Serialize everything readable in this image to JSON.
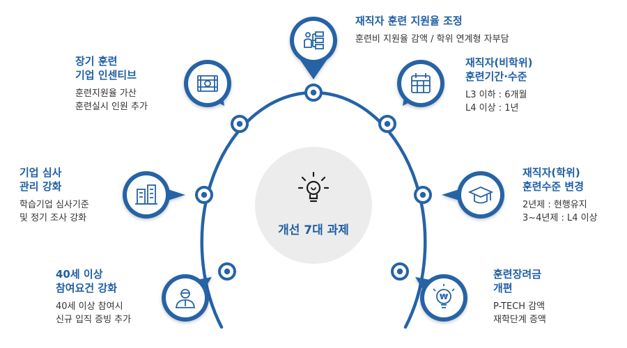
{
  "center": {
    "title": "개선 7대 과제"
  },
  "nodes": [
    {
      "title_lines": [
        "재직자 훈련 지원율 조정"
      ],
      "desc_lines": [
        "훈련비 지원율 감액 / 학위 연계형 자부담"
      ],
      "icon": "org-chart-icon"
    },
    {
      "title_lines": [
        "장기 훈련",
        "기업 인센티브"
      ],
      "desc_lines": [
        "훈련지원율 가산",
        "훈련실시 인원 추가"
      ],
      "icon": "money-bill-icon"
    },
    {
      "title_lines": [
        "재직자(비학위)",
        "훈련기간·수준"
      ],
      "desc_lines": [
        "L3 이하 : 6개월",
        "L4 이상 : 1년"
      ],
      "icon": "calendar-icon"
    },
    {
      "title_lines": [
        "기업 심사",
        "관리 강화"
      ],
      "desc_lines": [
        "학습기업 심사기준",
        "및 정기 조사 강화"
      ],
      "icon": "buildings-icon"
    },
    {
      "title_lines": [
        "재직자(학위)",
        "훈련수준 변경"
      ],
      "desc_lines": [
        "2년제 : 현행유지",
        "3~4년제 : L4 이상"
      ],
      "icon": "graduation-cap-icon"
    },
    {
      "title_lines": [
        "40세 이상",
        "참여요건 강화"
      ],
      "desc_lines": [
        "40세 이상 참여시",
        "신규 입직 증빙 추가"
      ],
      "icon": "person-icon"
    },
    {
      "title_lines": [
        "훈련장려금",
        "개편"
      ],
      "desc_lines": [
        "P-TECH 감액",
        "재학단계 증액"
      ],
      "icon": "won-bulb-icon"
    }
  ],
  "colors": {
    "primary": "#2563a6",
    "title": "#1f5fa5",
    "text": "#333333",
    "center_bg": "#ececec"
  }
}
